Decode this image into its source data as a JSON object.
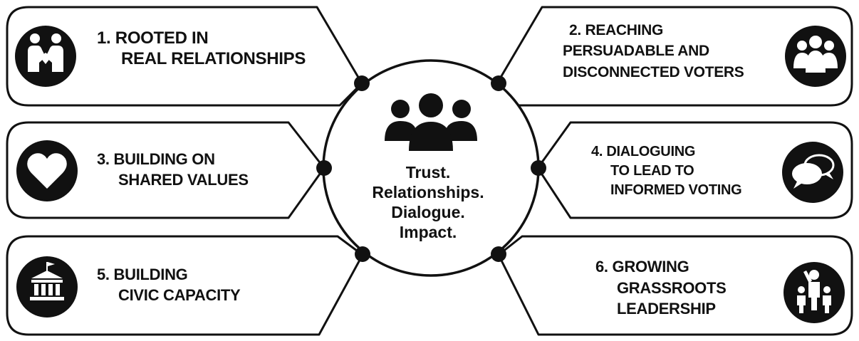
{
  "colors": {
    "ink": "#111111",
    "background": "#ffffff"
  },
  "center": {
    "icon": "group-of-people-icon",
    "lines": [
      "Trust.",
      "Relationships.",
      "Dialogue.",
      "Impact."
    ]
  },
  "items": [
    {
      "number": "1.",
      "lines": [
        "1. ROOTED IN",
        "REAL RELATIONSHIPS"
      ],
      "icon": "handshake-people-icon"
    },
    {
      "number": "2.",
      "lines": [
        "2. REACHING",
        "PERSUADABLE AND",
        "DISCONNECTED VOTERS"
      ],
      "icon": "group-icon"
    },
    {
      "number": "3.",
      "lines": [
        "3. BUILDING ON",
        "SHARED VALUES"
      ],
      "icon": "heart-icon"
    },
    {
      "number": "4.",
      "lines": [
        "4. DIALOGUING",
        "TO LEAD TO",
        "INFORMED VOTING"
      ],
      "icon": "speech-bubbles-icon"
    },
    {
      "number": "5.",
      "lines": [
        "5. BUILDING",
        "CIVIC CAPACITY"
      ],
      "icon": "civic-building-icon"
    },
    {
      "number": "6.",
      "lines": [
        "6. GROWING",
        "GRASSROOTS",
        "LEADERSHIP"
      ],
      "icon": "leader-raising-hand-icon"
    }
  ]
}
